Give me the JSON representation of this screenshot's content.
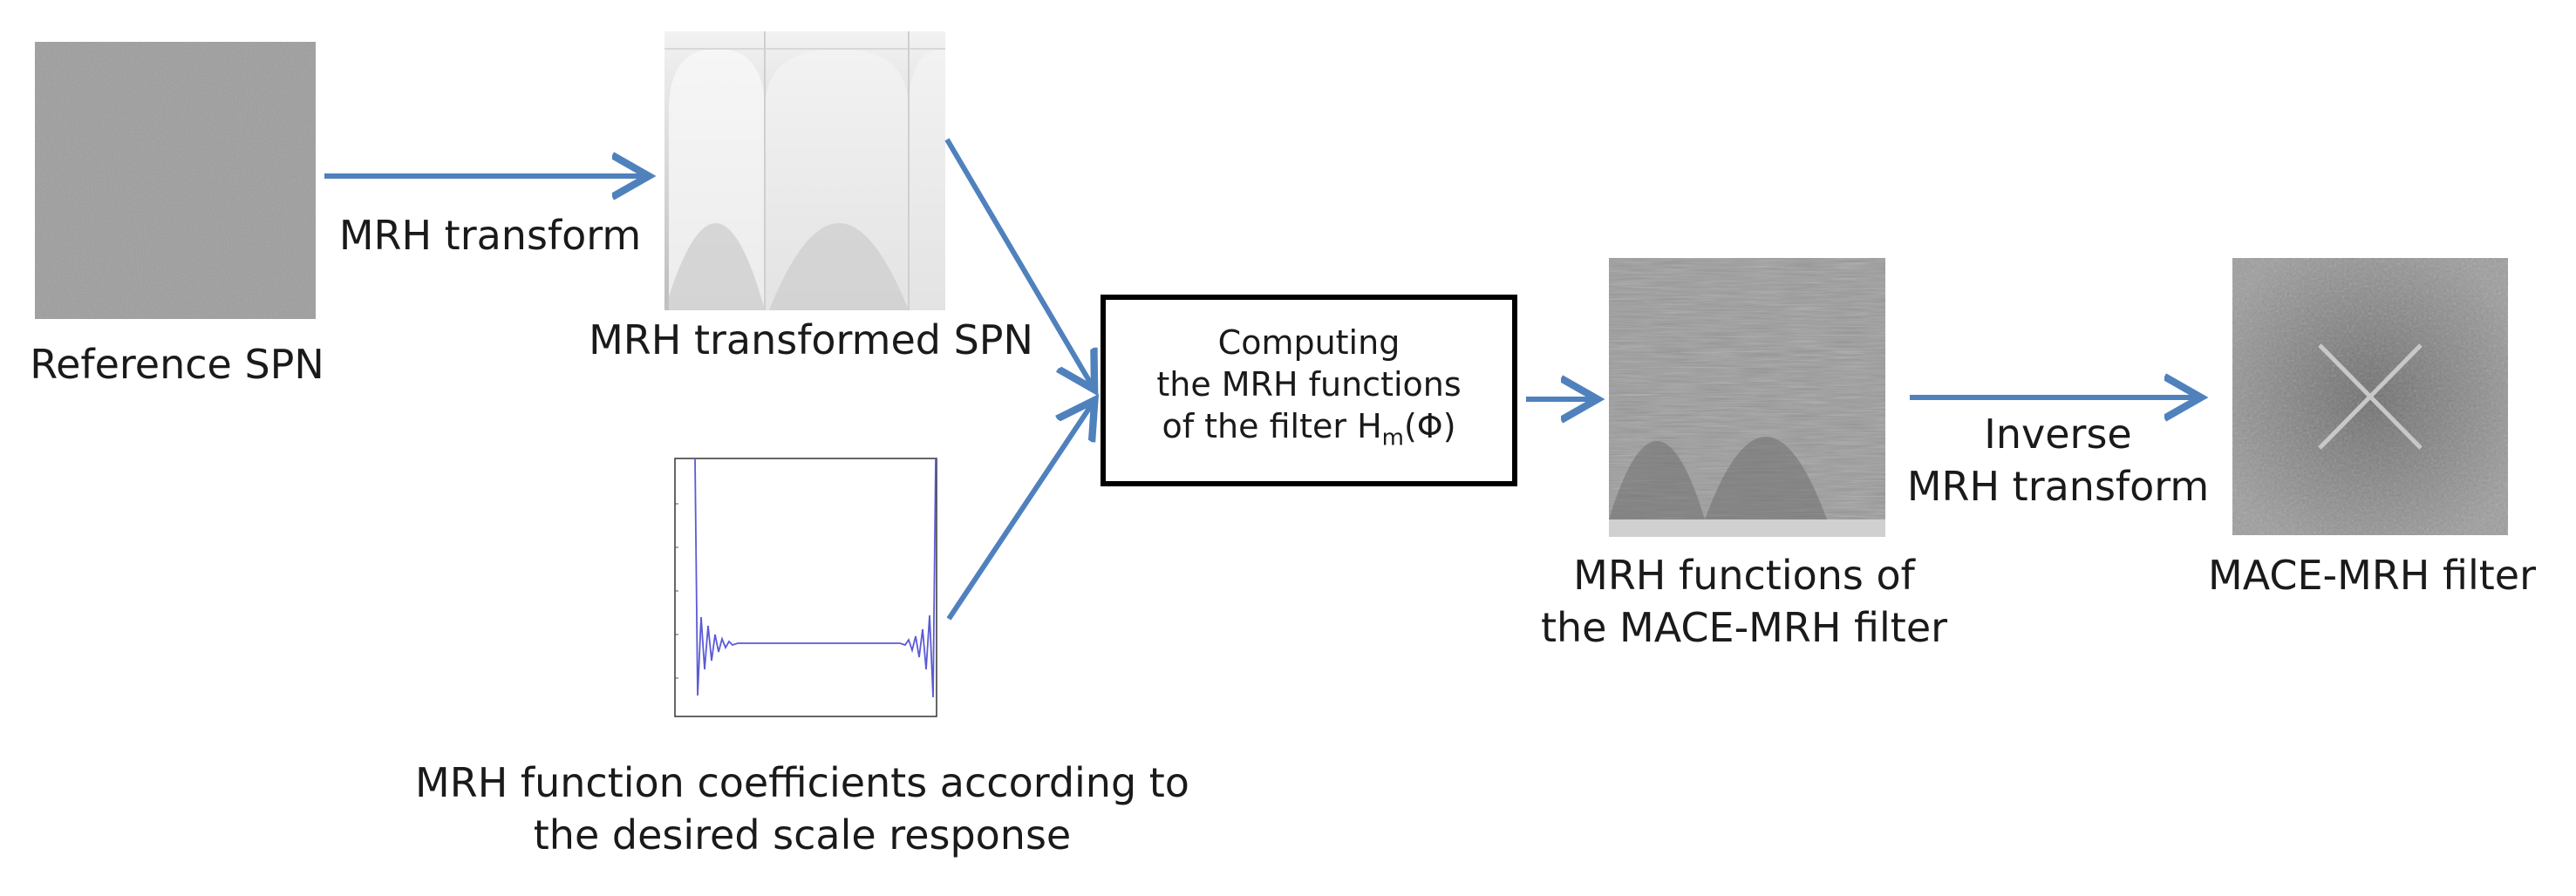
{
  "nodes": {
    "reference_spn": {
      "label": "Reference SPN"
    },
    "mrh_transformed_spn": {
      "label": "MRH transformed SPN"
    },
    "coefficients": {
      "line1": "MRH function coefficients according to",
      "line2": "the desired scale response"
    },
    "compute_box": {
      "line1": "Computing",
      "line2": "the MRH functions",
      "line3_prefix": "of the filter H",
      "line3_sub": "m",
      "line3_suffix": "(Φ)"
    },
    "mrh_functions": {
      "line1": "MRH functions of",
      "line2": "the MACE-MRH filter"
    },
    "mace_filter": {
      "label": "MACE-MRH filter"
    }
  },
  "edges": {
    "mrh_transform": {
      "label": "MRH transform"
    },
    "inverse_transform": {
      "line1": "Inverse",
      "line2": "MRH transform"
    }
  },
  "colors": {
    "arrow": "#4f81bd",
    "box_border": "#000000"
  }
}
